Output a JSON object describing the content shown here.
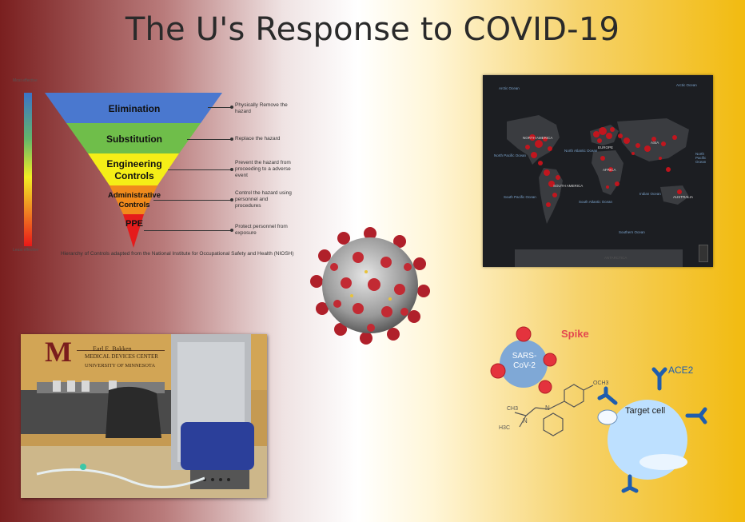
{
  "title": "The U's Response to COVID-19",
  "hierarchy": {
    "scale_top": "Most effective",
    "scale_bottom": "Least effective",
    "levels": [
      {
        "label": "Elimination",
        "note": "Physically Remove the hazard",
        "color": "#4a78cf"
      },
      {
        "label": "Substitution",
        "note": "Replace the hazard",
        "color": "#6fbe4a"
      },
      {
        "label": "Engineering Controls",
        "note": "Prevent the hazard from proceeding to a adverse event",
        "color": "#f5ee17"
      },
      {
        "label": "Administrative Controls",
        "note": "Control the hazard using personnel and procedures",
        "color": "#f08a1c"
      },
      {
        "label": "PPE",
        "note": "Protect personnel from exposure",
        "color": "#e51b1b"
      }
    ],
    "caption": "Hierarchy of Controls adapted from the National Institute for Occupational Safety and Health (NIOSH)"
  },
  "map": {
    "labels": [
      "Arctic Ocean",
      "Arctic Ocean",
      "NORTH AMERICA",
      "North Pacific Ocean",
      "North Atlantic Ocean",
      "EUROPE",
      "ASIA",
      "AFRICA",
      "North Pacific Ocean",
      "SOUTH AMERICA",
      "South Pacific Ocean",
      "South Atlantic Ocean",
      "Indian Ocean",
      "AUSTRALIA",
      "Southern Ocean",
      "ANTARCTICA"
    ]
  },
  "photo": {
    "sign_line1": "Earl E. Bakken",
    "sign_line2": "MEDICAL DEVICES CENTER",
    "sign_line3": "UNIVERSITY OF MINNESOTA"
  },
  "molecule": {
    "spike": "Spike",
    "virus_label": "SARS-CoV-2",
    "ace2": "ACE2",
    "target": "Target cell",
    "och3": "OCH3",
    "ch3": "CH3",
    "h3c": "H3C",
    "n1": "N",
    "n2": "N"
  }
}
